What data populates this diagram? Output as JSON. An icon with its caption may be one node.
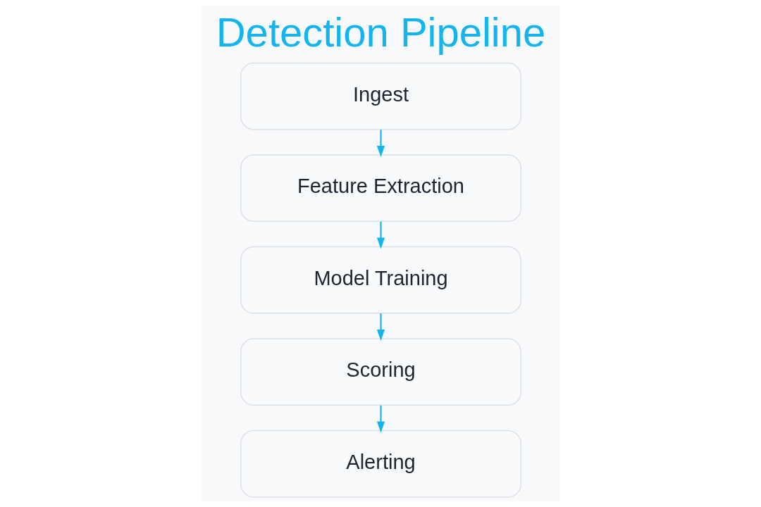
{
  "diagram": {
    "title": "Detection Pipeline",
    "nodes": [
      {
        "text": [
          "Ingest"
        ]
      },
      {
        "text": [
          "Feature Extraction"
        ]
      },
      {
        "text": [
          "Model Training"
        ]
      },
      {
        "text": [
          "Scoring"
        ]
      },
      {
        "text": [
          "Alerting"
        ]
      }
    ],
    "edges": [
      {
        "from": 0,
        "to": 1,
        "arrow": "to"
      },
      {
        "from": 1,
        "to": 2,
        "arrow": "to"
      },
      {
        "from": 2,
        "to": 3,
        "arrow": "to"
      },
      {
        "from": 3,
        "to": 4,
        "arrow": "to"
      }
    ]
  }
}
